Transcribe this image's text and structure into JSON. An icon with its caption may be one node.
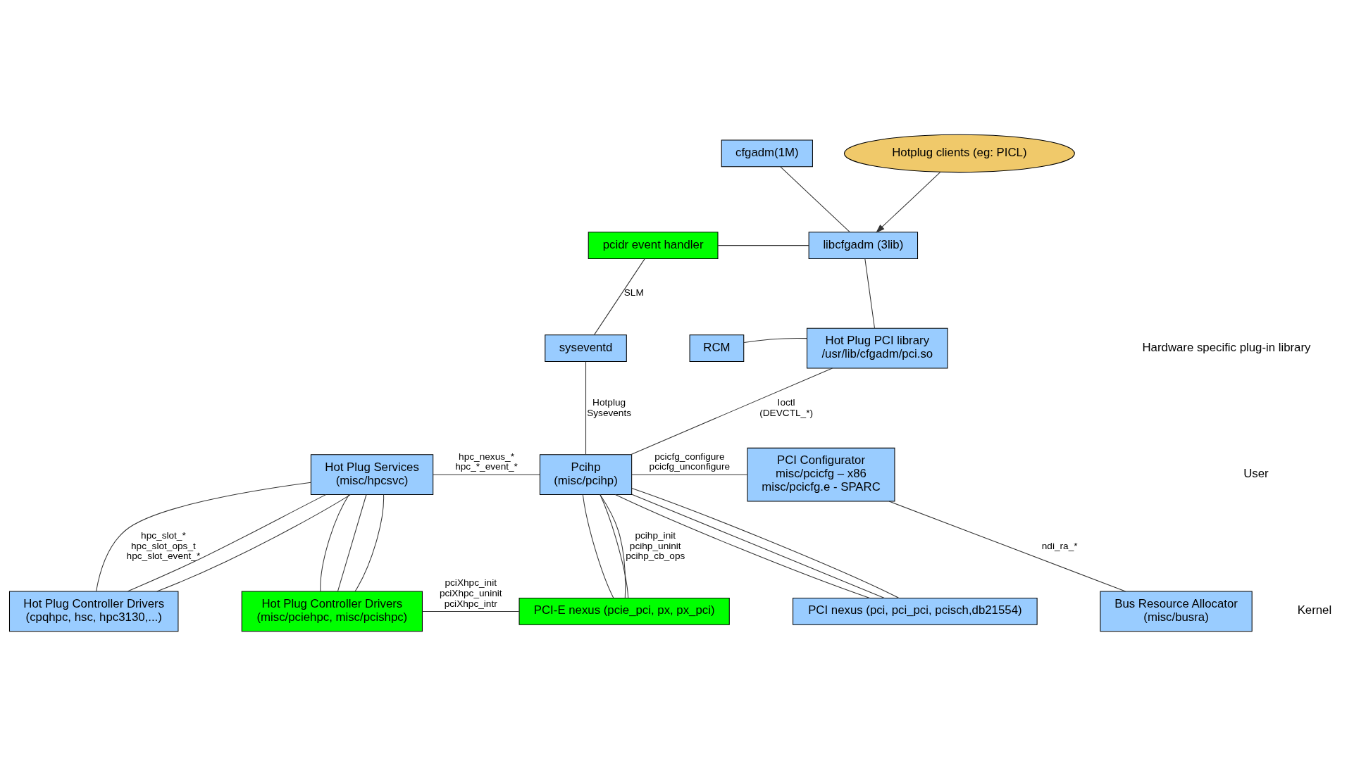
{
  "diagram": {
    "nodes": [
      {
        "text": [
          "cfgadm(1M)"
        ]
      },
      {
        "text": [
          "libcfgadm (3lib)"
        ]
      },
      {
        "text": [
          "Hotplug clients (eg: PICL)"
        ]
      },
      {
        "text": [
          "pcidr event handler"
        ]
      },
      {
        "text": [
          "syseventd"
        ]
      },
      {
        "text": [
          "RCM"
        ]
      },
      {
        "text": [
          "Hot Plug PCI library",
          "/usr/lib/cfgadm/pci.so"
        ]
      },
      {
        "text": [
          "Hot Plug Services",
          "(misc/hpcsvc)"
        ]
      },
      {
        "text": [
          "Pcihp",
          "(misc/pcihp)"
        ]
      },
      {
        "text": [
          "PCI Configurator",
          "misc/pcicfg – x86",
          "misc/pcicfg.e - SPARC"
        ]
      },
      {
        "text": [
          "Hot Plug Controller Drivers",
          "(cpqhpc, hsc, hpc3130,...)"
        ]
      },
      {
        "text": [
          "Hot Plug Controller Drivers",
          "(misc/pciehpc, misc/pcishpc)"
        ]
      },
      {
        "text": [
          "PCI-E nexus (pcie_pci, px, px_pci)"
        ]
      },
      {
        "text": [
          "PCI nexus (pci, pci_pci, pcisch,db21554)"
        ]
      },
      {
        "text": [
          "Bus Resource Allocator",
          "(misc/busra)"
        ]
      }
    ],
    "edges": [
      {
        "from": 0,
        "to": 1,
        "arrow": "none"
      },
      {
        "from": 2,
        "to": 1,
        "arrow": "to"
      },
      {
        "from": 3,
        "to": 1,
        "arrow": "none"
      },
      {
        "from": 3,
        "to": 4,
        "arrow": "none",
        "label": "SLM"
      },
      {
        "from": 1,
        "to": 6,
        "arrow": "none"
      },
      {
        "from": 5,
        "to": 6,
        "arrow": "none"
      },
      {
        "from": 4,
        "to": 8,
        "arrow": "none",
        "label": "Hotplug Sysevents"
      },
      {
        "from": 6,
        "to": 8,
        "arrow": "none",
        "label": "Ioctl (DEVCTL_*)"
      },
      {
        "from": 7,
        "to": 8,
        "arrow": "none",
        "label": "hpc_nexus_* hpc_*_event_*"
      },
      {
        "from": 8,
        "to": 9,
        "arrow": "none",
        "label": "pcicfg_configure pcicfg_unconfigure"
      },
      {
        "from": 9,
        "to": 14,
        "arrow": "none",
        "label": "ndi_ra_*"
      },
      {
        "from": 7,
        "to": 10,
        "arrow": "none"
      },
      {
        "from": 7,
        "to": 10,
        "arrow": "none"
      },
      {
        "from": 7,
        "to": 10,
        "arrow": "none",
        "label": "hpc_slot_* hpc_slot_ops_t hpc_slot_event_*"
      },
      {
        "from": 7,
        "to": 11,
        "arrow": "none"
      },
      {
        "from": 7,
        "to": 11,
        "arrow": "none"
      },
      {
        "from": 7,
        "to": 11,
        "arrow": "none"
      },
      {
        "from": 11,
        "to": 12,
        "arrow": "none",
        "label": "pciXhpc_init pciXhpc_uninit pciXhpc_intr"
      },
      {
        "from": 8,
        "to": 12,
        "arrow": "none"
      },
      {
        "from": 8,
        "to": 12,
        "arrow": "none"
      },
      {
        "from": 8,
        "to": 12,
        "arrow": "none",
        "label": "pcihp_init pcihp_uninit pcihp_cb_ops"
      },
      {
        "from": 8,
        "to": 13,
        "arrow": "none"
      },
      {
        "from": 8,
        "to": 13,
        "arrow": "none"
      },
      {
        "from": 8,
        "to": 13,
        "arrow": "none"
      }
    ],
    "labels": [
      "Hardware specific plug-in library",
      "User",
      "Kernel"
    ]
  }
}
